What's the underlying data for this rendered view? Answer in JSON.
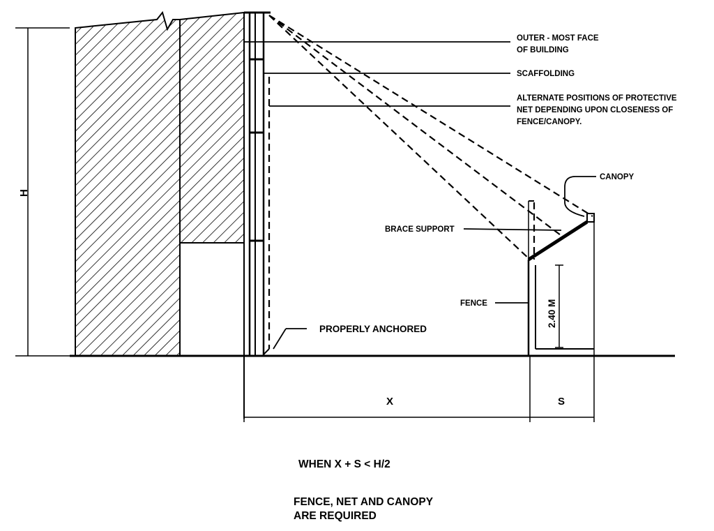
{
  "labels": {
    "outer_face_1": "OUTER - MOST FACE",
    "outer_face_2": "OF BUILDING",
    "scaffolding": "SCAFFOLDING",
    "alternate_1": "ALTERNATE POSITIONS OF PROTECTIVE",
    "alternate_2": "NET DEPENDING UPON CLOSENESS OF",
    "alternate_3": "FENCE/CANOPY.",
    "canopy": "CANOPY",
    "brace_support": "BRACE SUPPORT",
    "fence": "FENCE",
    "fence_height": "2.40 M",
    "properly_anchored": "PROPERLY ANCHORED",
    "dim_h": "H",
    "dim_x": "X",
    "dim_s": "S"
  },
  "notes": {
    "condition": "WHEN X + S < H/2",
    "requirement_1": "FENCE, NET AND CANOPY",
    "requirement_2": "ARE REQUIRED"
  }
}
